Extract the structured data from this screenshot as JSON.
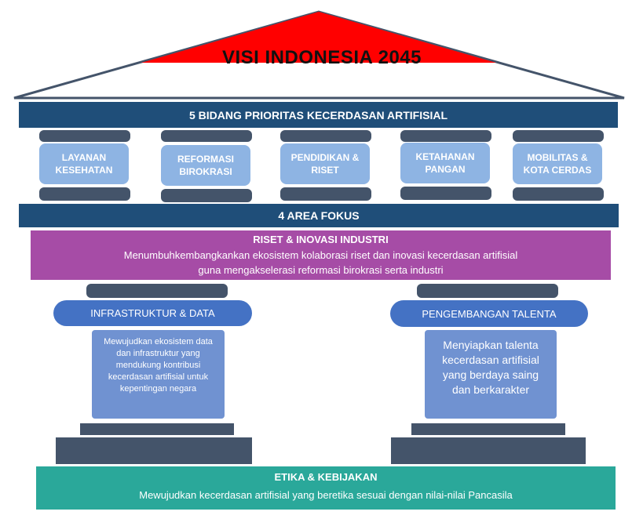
{
  "roof": {
    "title": "VISI INDONESIA 2045",
    "colors": {
      "red": "#ff0000",
      "white": "#ffffff",
      "outline": "#44546a"
    }
  },
  "priority_band": {
    "label": "5 BIDANG PRIORITAS KECERDASAN ARTIFISIAL"
  },
  "priorities": [
    {
      "label": "LAYANAN KESEHATAN"
    },
    {
      "label": "REFORMASI BIROKRASI"
    },
    {
      "label": "PENDIDIKAN & RISET"
    },
    {
      "label": "KETAHANAN PANGAN"
    },
    {
      "label": "MOBILITAS & KOTA CERDAS"
    }
  ],
  "focus_band": {
    "label": "4 AREA FOKUS"
  },
  "research": {
    "title": "RISET & INOVASI INDUSTRI",
    "line1": "Menumbuhkembangkankan ekosistem kolaborasi riset dan inovasi kecerdasan artifisial",
    "line2": "guna mengakselerasi reformasi birokrasi serta industri"
  },
  "left_column": {
    "title": "INFRASTRUKTUR & DATA",
    "description": "Mewujudkan ekosistem data dan infrastruktur yang mendukung kontribusi kecerdasan artifisial untuk kepentingan negara"
  },
  "right_column": {
    "title": "PENGEMBANGAN TALENTA",
    "description": "Menyiapkan talenta kecerdasan artifisial yang berdaya saing dan berkarakter"
  },
  "foundation": {
    "title": "ETIKA & KEBIJAKAN",
    "description": "Mewujudkan kecerdasan artifisial yang beretika sesuai dengan nilai-nilai Pancasila"
  },
  "colors": {
    "navy": "#1f4e79",
    "slate": "#44546a",
    "light_blue": "#8eb4e3",
    "purple": "#a64ca6",
    "blue": "#4472c4",
    "mid_blue": "#7092d1",
    "teal": "#2aa89a"
  }
}
